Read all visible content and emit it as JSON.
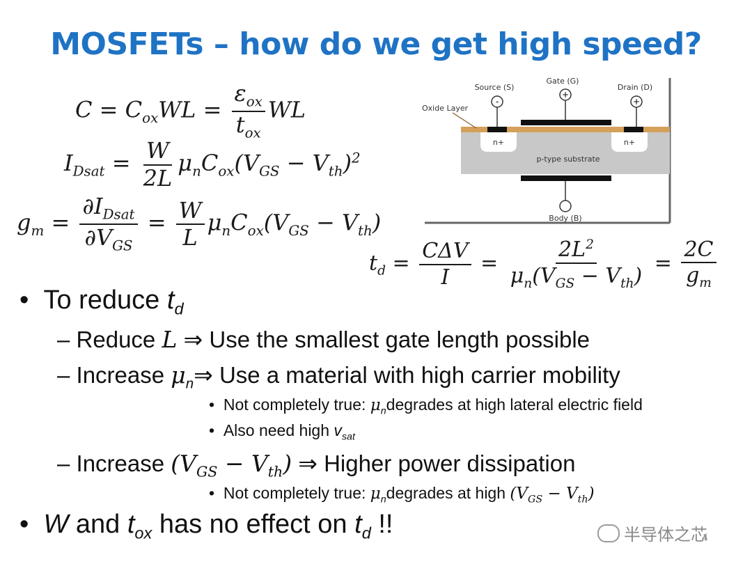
{
  "title": "MOSFETs – how do we get high speed?",
  "equations": {
    "cap": {
      "c": "C",
      "eq1": "=",
      "cox": "C",
      "cox_sub": "ox",
      "wl": "WL",
      "eq2": "=",
      "eps": "ε",
      "eps_sub": "ox",
      "tox": "t",
      "tox_sub": "ox",
      "wl2": "WL"
    },
    "idsat": {
      "i": "I",
      "i_sub": "Dsat",
      "eq": "=",
      "num": "W",
      "den": "2L",
      "mu": "μ",
      "mu_sub": "n",
      "cox": "C",
      "cox_sub": "ox",
      "paren": "(V",
      "vgs_sub": "GS",
      "minus": " − V",
      "vth_sub": "th",
      "close": ")",
      "sq": "2"
    },
    "gm": {
      "g": "g",
      "g_sub": "m",
      "eq1": "=",
      "num": "∂I",
      "num_sub": "Dsat",
      "den": "∂V",
      "den_sub": "GS",
      "eq2": "=",
      "num2": "W",
      "den2": "L",
      "mu": "μ",
      "mu_sub": "n",
      "cox": "C",
      "cox_sub": "ox",
      "paren": "(V",
      "vgs_sub": "GS",
      "minus": " − V",
      "vth_sub": "th",
      "close": ")"
    },
    "td": {
      "t": "t",
      "t_sub": "d",
      "eq1": "=",
      "num1": "CΔV",
      "den1": "I",
      "eq2": "=",
      "num2": "2L",
      "num2_sup": "2",
      "den2a": "μ",
      "den2_sub": "n",
      "den2b": "(V",
      "den2_vgs": "GS",
      "den2c": " − V",
      "den2_vth": "th",
      "den2d": ")",
      "eq3": "=",
      "num3": "2C",
      "den3": "g",
      "den3_sub": "m"
    }
  },
  "diagram": {
    "source": "Source (S)",
    "gate": "Gate (G)",
    "drain": "Drain (D)",
    "oxide": "Oxide Layer",
    "nplus_left": "n+",
    "nplus_right": "n+",
    "substrate": "p-type substrate",
    "body": "Body (B)",
    "source_sign": "-",
    "gate_sign": "+",
    "drain_sign": "+",
    "colors": {
      "oxide": "#d4a05a",
      "substrate": "#c8c8c8",
      "metal": "#111111"
    }
  },
  "bullets": {
    "b1": {
      "marker": "•",
      "text": "To reduce ",
      "var": "t",
      "var_sub": "d"
    },
    "b1a": {
      "marker": "–",
      "text1": "Reduce ",
      "var": "L",
      "arrow": " ⇒ ",
      "text2": "Use the smallest gate length possible"
    },
    "b1b": {
      "marker": "–",
      "text1": "Increase ",
      "var": "μ",
      "var_sub": "n",
      "arrow": "⇒ ",
      "text2": "Use a material with high carrier mobility"
    },
    "b1b1": {
      "marker": "•",
      "text1": "Not completely true: ",
      "var": "μ",
      "var_sub": "n",
      "text2": "degrades at high lateral electric  field"
    },
    "b1b2": {
      "marker": "•",
      "text1": "Also need high ",
      "var": "v",
      "var_sub": "sat"
    },
    "b1c": {
      "marker": "–",
      "text1": "Increase ",
      "v1": "(V",
      "v1_sub": "GS",
      "v2": " − V",
      "v2_sub": "th",
      "v3": ")",
      "arrow": " ⇒ ",
      "text2": "Higher power dissipation"
    },
    "b1c1": {
      "marker": "•",
      "text1": "Not completely true: ",
      "var": "μ",
      "var_sub": "n",
      "text2": "degrades at high ",
      "v1": "(V",
      "v1_sub": "GS",
      "v2": " − V",
      "v2_sub": "th",
      "v3": ")"
    },
    "b2": {
      "marker": "•",
      "var1": "W",
      "text1": " and ",
      "var2": "t",
      "var2_sub": "ox",
      "text2": " has no effect on ",
      "var3": "t",
      "var3_sub": "d",
      "text3": " !!"
    }
  },
  "watermark": "半导体之芯",
  "page_number": "4"
}
